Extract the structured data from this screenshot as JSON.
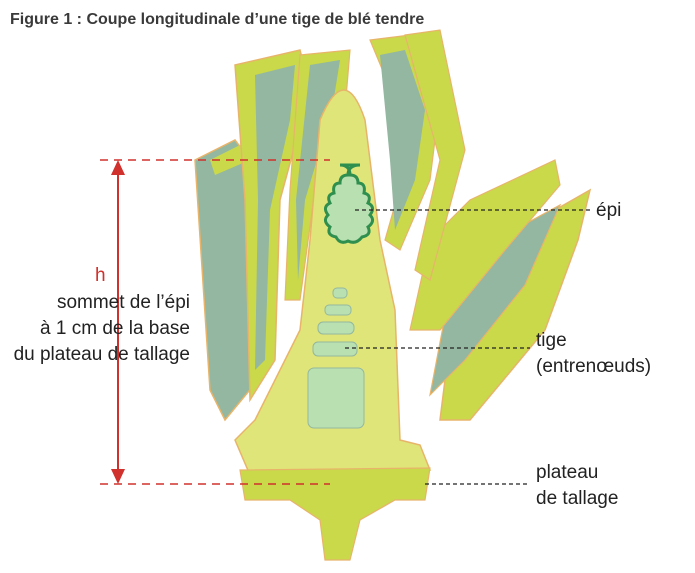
{
  "title": "Figure 1 : Coupe longitudinale d’une tige de blé tendre",
  "labels": {
    "h": "h",
    "sommet_line1": "sommet de l’épi",
    "sommet_line2": "à 1 cm de la base",
    "sommet_line3": "du plateau de tallage",
    "epi": "épi",
    "tige_line1": "tige",
    "tige_line2": "(entrenœuds)",
    "plateau_line1": "plateau",
    "plateau_line2": "de tallage"
  },
  "colors": {
    "leaf_light": "#c9d94a",
    "leaf_teal": "#93b7a0",
    "leaf_edge": "#e8b46a",
    "core": "#dfe578",
    "epi": "#2e8f4e",
    "epi_fill": "#b9e0b0",
    "dashed_red": "#d0312d",
    "dashed_black": "#222222",
    "arrow": "#d0312d"
  }
}
